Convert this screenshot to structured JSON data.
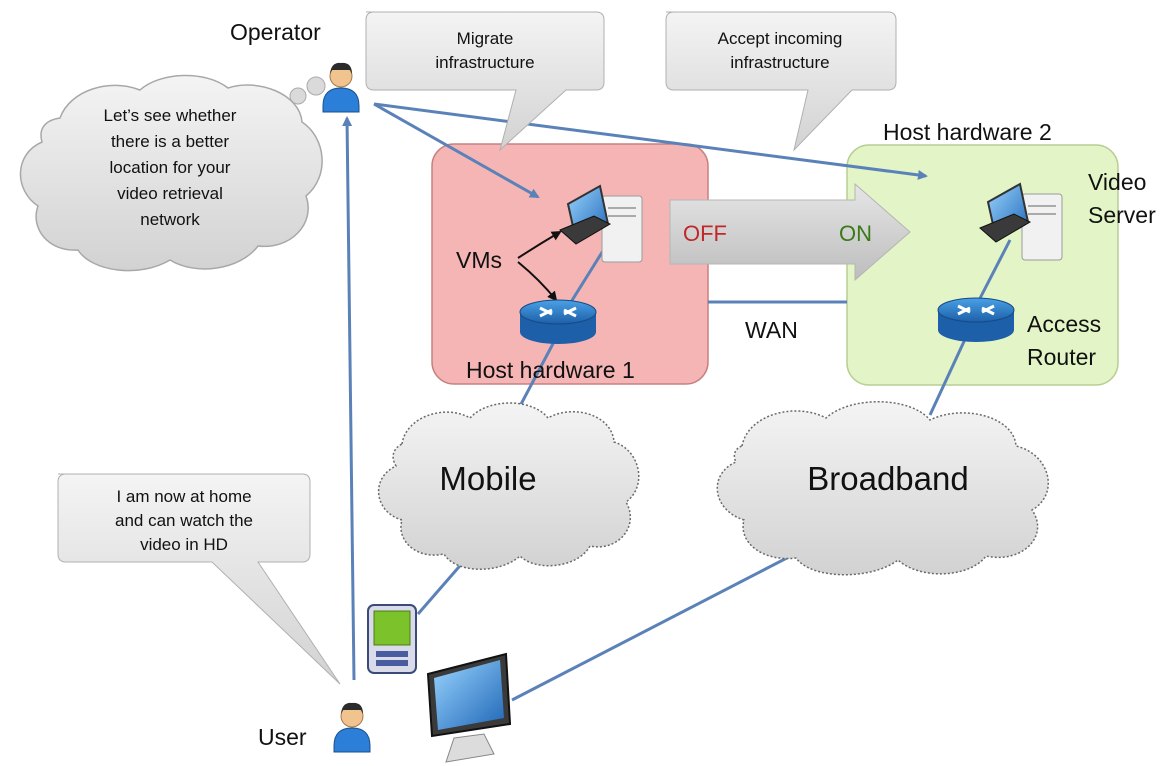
{
  "labels": {
    "operator": "Operator",
    "user": "User",
    "host1": "Host hardware 1",
    "host2": "Host hardware 2",
    "vms": "VMs",
    "off": "OFF",
    "on": "ON",
    "wan": "WAN",
    "video_server_line1": "Video",
    "video_server_line2": "Server",
    "access_router_line1": "Access",
    "access_router_line2": "Router",
    "mobile": "Mobile",
    "broadband": "Broadband"
  },
  "callouts": {
    "migrate": [
      "Migrate",
      "infrastructure"
    ],
    "accept": [
      "Accept incoming",
      "infrastructure"
    ],
    "user_home": [
      "I am now at home",
      "and can watch the",
      "video in HD"
    ]
  },
  "thought": [
    "Let’s see whether",
    "there is a better",
    "location for your",
    "video retrieval",
    "network"
  ],
  "colors": {
    "host1_fill": "#f5b5b5",
    "host2_fill": "#e3f5c6",
    "link": "#5b82b8",
    "off_text": "#c0282a",
    "on_text": "#3a7a1a"
  },
  "icons": {
    "operator": "person-icon",
    "user": "person-icon",
    "server1": "computer-icon",
    "server2": "computer-icon",
    "router1": "router-icon",
    "router2": "router-icon",
    "tablet": "tablet-icon",
    "monitor": "monitor-icon"
  }
}
